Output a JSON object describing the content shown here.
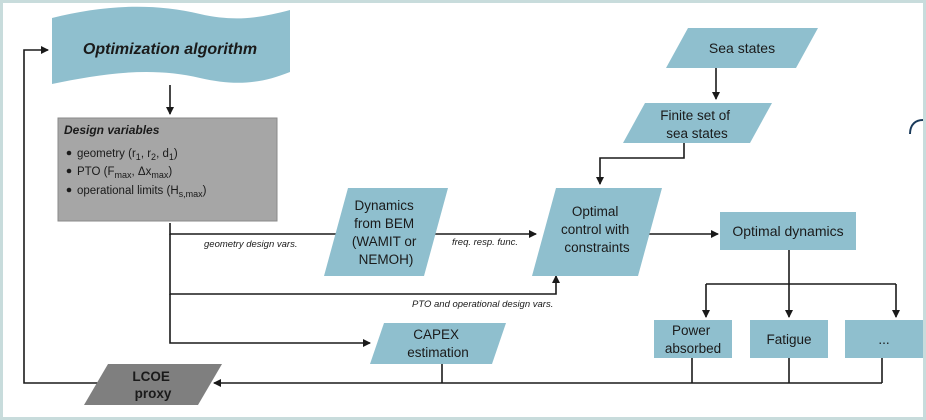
{
  "colors": {
    "shape_fill": "#8fbfce",
    "design_box_fill": "#a6a6a6",
    "lcoe_fill": "#7f7f7f",
    "arrow": "#1a1a1a",
    "border": "#c8dcdc"
  },
  "nodes": {
    "optimization": "Optimization algorithm",
    "design_title": "Design variables",
    "design_items": [
      {
        "pre": "geometry (r",
        "s1": "1",
        "m1": ", r",
        "s2": "2",
        "m2": ", d",
        "s3": "1",
        "post": ")"
      },
      {
        "pre": "PTO (F",
        "s1": "max",
        "m1": ", Δx",
        "s2": "max",
        "post": ")"
      },
      {
        "pre": "operational limits (H",
        "s1": "s,max",
        "post": ")"
      }
    ],
    "sea_states": "Sea states",
    "finite_set": [
      "Finite set of",
      "sea states"
    ],
    "dynamics_bem": [
      "Dynamics",
      "from BEM",
      "(WAMIT or",
      "NEMOH)"
    ],
    "optimal_control": [
      "Optimal",
      "control with",
      "constraints"
    ],
    "optimal_dynamics": "Optimal dynamics",
    "power_absorbed": [
      "Power",
      "absorbed"
    ],
    "fatigue": "Fatigue",
    "ellipsis": "...",
    "capex": [
      "CAPEX",
      "estimation"
    ],
    "lcoe": [
      "LCOE",
      "proxy"
    ]
  },
  "edge_labels": {
    "geometry": "geometry design vars.",
    "freq": "freq. resp. func.",
    "pto_ops": "PTO and operational design vars."
  }
}
